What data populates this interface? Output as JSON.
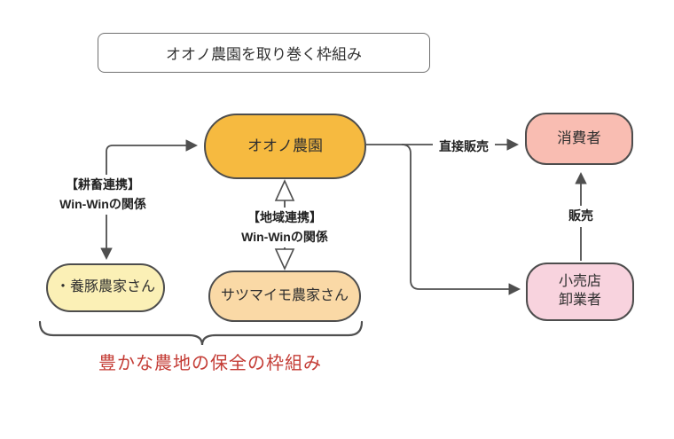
{
  "title": "オオノ農園を取り巻く枠組み",
  "nodes": {
    "farm": {
      "label": "オオノ農園",
      "fill": "#f6ba40"
    },
    "consumer": {
      "label": "消費者",
      "fill": "#f9bdb2"
    },
    "retail": {
      "line1": "小売店",
      "line2": "卸業者",
      "fill": "#f8d3de"
    },
    "pig": {
      "label": "・養豚農家さん",
      "fill": "#fbf0b6"
    },
    "potato": {
      "label": "サツマイモ農家さん",
      "fill": "#fad9a6"
    }
  },
  "edges": {
    "pig_farm": {
      "line1": "【耕畜連携】",
      "line2": "Win-Winの関係"
    },
    "potato_farm": {
      "line1": "【地域連携】",
      "line2": "Win-Winの関係"
    },
    "direct_sales": {
      "label": "直接販売"
    },
    "sales": {
      "label": "販売"
    }
  },
  "caption": {
    "text": "豊かな農地の保全の枠組み",
    "color": "#c43c35"
  },
  "colors": {
    "arrow": "#4f4f4f",
    "node_border": "#4d4d4d",
    "title_border": "#707070",
    "background": "#ffffff"
  }
}
